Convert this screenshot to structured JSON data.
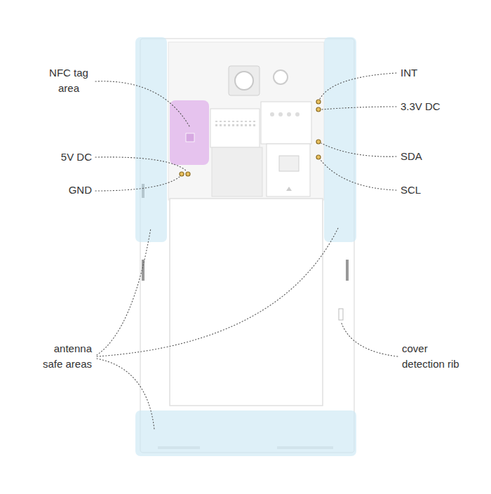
{
  "diagram": {
    "labels": [
      "NFC tag area",
      "5V DC",
      "GND",
      "antenna safe areas",
      "INT",
      "3.3V DC",
      "SDA",
      "SCL",
      "cover detection rib"
    ]
  }
}
